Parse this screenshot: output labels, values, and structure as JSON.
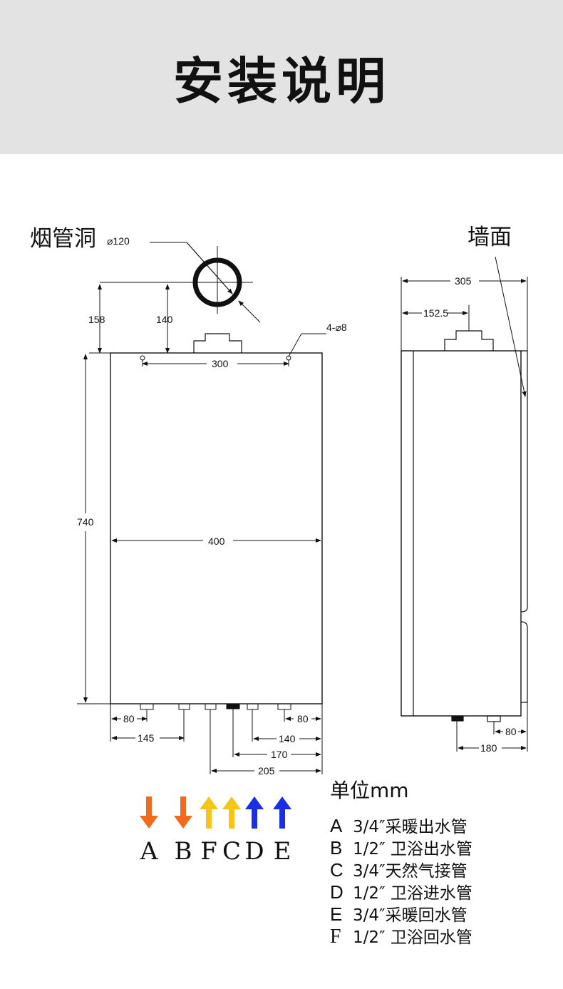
{
  "header": {
    "title": "安装说明"
  },
  "labels": {
    "flue_hole": "烟管洞",
    "flue_dia": "⌀120",
    "wall": "墙面",
    "holes": "4-⌀8",
    "unit": "单位mm"
  },
  "dims": {
    "d158": "158",
    "d140_top": "140",
    "d300": "300",
    "d740": "740",
    "d400": "400",
    "d80_left": "80",
    "d145": "145",
    "d80_right": "80",
    "d140_bottom": "140",
    "d170": "170",
    "d205": "205",
    "d305": "305",
    "d152_5": "152.5",
    "d80_side": "80",
    "d180": "180"
  },
  "arrows": [
    {
      "letter": "A",
      "direction": "down",
      "color": "#f26a1b"
    },
    {
      "letter": "B",
      "direction": "down",
      "color": "#f26a1b"
    },
    {
      "letter": "F",
      "direction": "up",
      "color": "#f7c418"
    },
    {
      "letter": "C",
      "direction": "up",
      "color": "#f7c418"
    },
    {
      "letter": "D",
      "direction": "up",
      "color": "#1a2ee6"
    },
    {
      "letter": "E",
      "direction": "up",
      "color": "#1a2ee6"
    }
  ],
  "legend": [
    {
      "letter": "A",
      "desc": "3/4″采暖出水管"
    },
    {
      "letter": "B",
      "desc": "1/2″ 卫浴出水管"
    },
    {
      "letter": "C",
      "desc": "3/4″天然气接管"
    },
    {
      "letter": "D",
      "desc": "1/2″ 卫浴进水管"
    },
    {
      "letter": "E",
      "desc": "3/4″采暖回水管"
    },
    {
      "letter": "F",
      "desc": "1/2″ 卫浴回水管"
    }
  ]
}
